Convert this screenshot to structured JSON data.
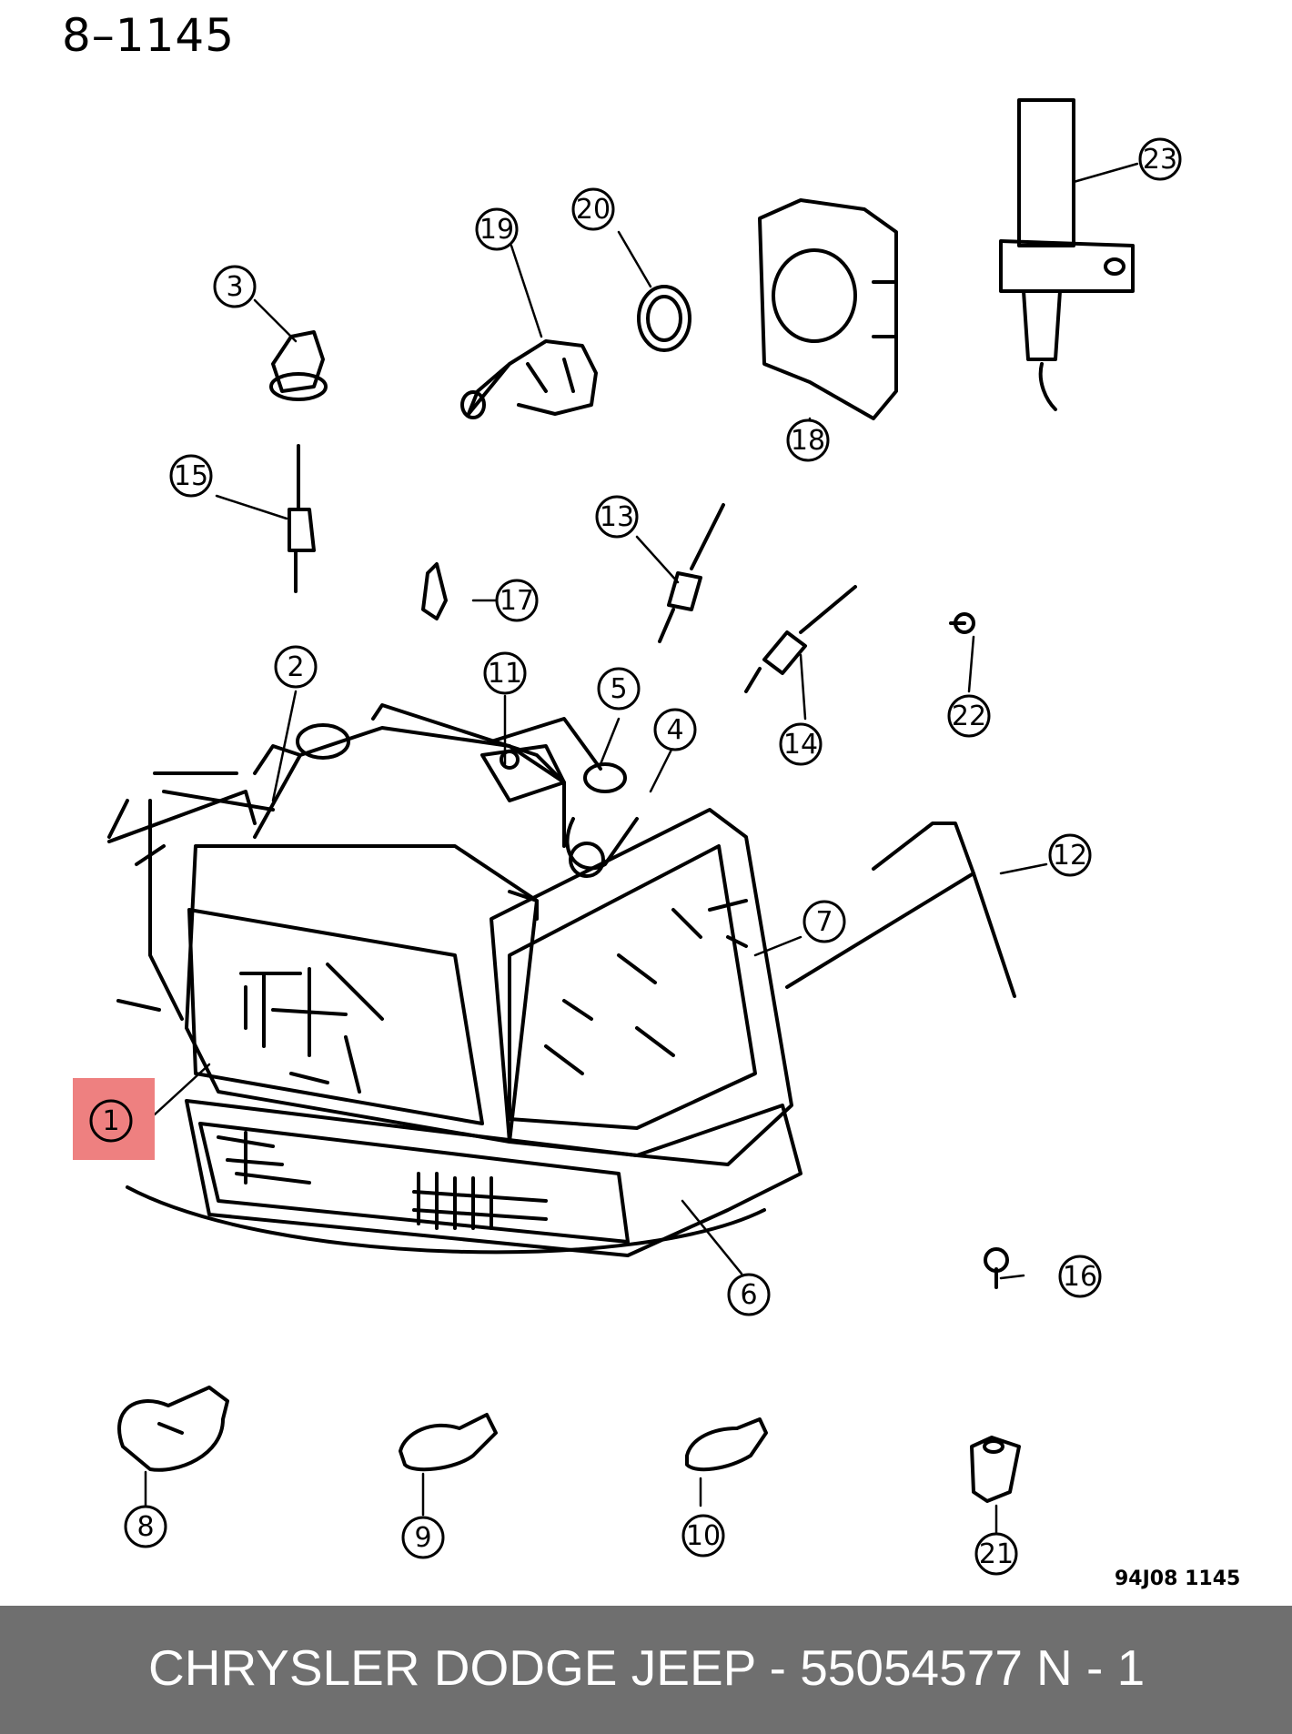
{
  "page_code": "8–1145",
  "drawing_ref": "94J08  1145",
  "footer": {
    "title": "CHRYSLER DODGE JEEP - 55054577",
    "page": "N - 1"
  },
  "highlight_color": "#ee8080",
  "callouts": [
    {
      "id": "1",
      "label": "1",
      "highlighted": true
    },
    {
      "id": "2",
      "label": "2"
    },
    {
      "id": "3",
      "label": "3"
    },
    {
      "id": "4",
      "label": "4"
    },
    {
      "id": "5",
      "label": "5"
    },
    {
      "id": "6",
      "label": "6"
    },
    {
      "id": "7",
      "label": "7"
    },
    {
      "id": "8",
      "label": "8"
    },
    {
      "id": "9",
      "label": "9"
    },
    {
      "id": "10",
      "label": "10"
    },
    {
      "id": "11",
      "label": "11"
    },
    {
      "id": "12",
      "label": "12"
    },
    {
      "id": "13",
      "label": "13"
    },
    {
      "id": "14",
      "label": "14"
    },
    {
      "id": "15",
      "label": "15"
    },
    {
      "id": "16",
      "label": "16"
    },
    {
      "id": "17",
      "label": "17"
    },
    {
      "id": "18",
      "label": "18"
    },
    {
      "id": "19",
      "label": "19"
    },
    {
      "id": "20",
      "label": "20"
    },
    {
      "id": "21",
      "label": "21"
    },
    {
      "id": "22",
      "label": "22"
    },
    {
      "id": "23",
      "label": "23"
    }
  ]
}
